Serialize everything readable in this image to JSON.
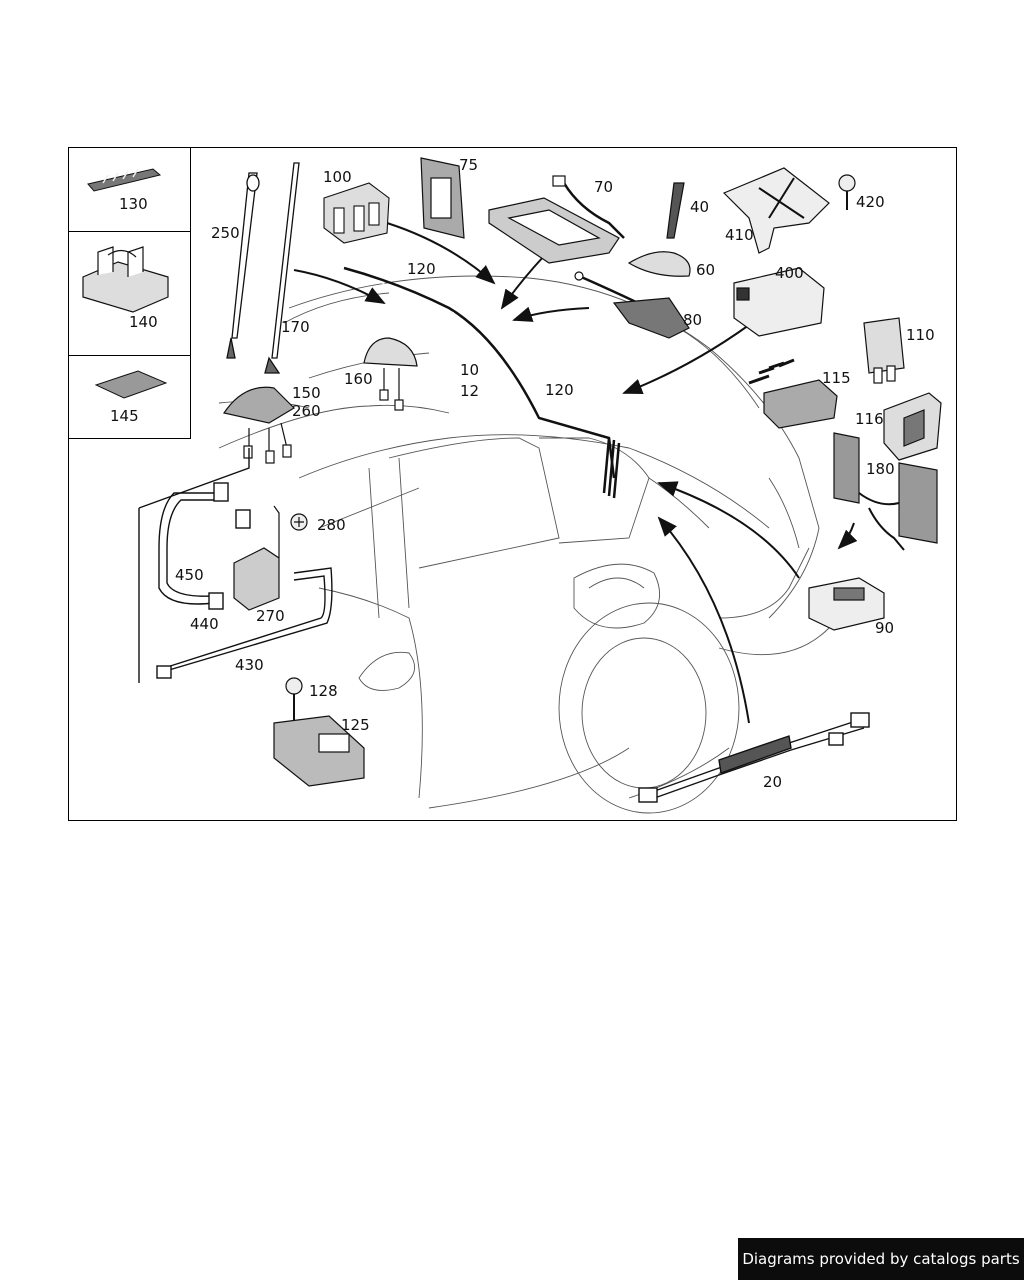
{
  "labels": {
    "p130": "130",
    "p140": "140",
    "p145": "145",
    "p250": "250",
    "p170": "170",
    "p100": "100",
    "p75": "75",
    "p70": "70",
    "p40": "40",
    "p60": "60",
    "p410": "410",
    "p420": "420",
    "p400": "400",
    "p120a": "120",
    "p120b": "120",
    "p80": "80",
    "p160": "160",
    "p10": "10",
    "p12": "12",
    "p150": "150",
    "p260": "260",
    "p110": "110",
    "p115": "115",
    "p116": "116",
    "p180": "180",
    "p280": "280",
    "p450": "450",
    "p270": "270",
    "p440": "440",
    "p430": "430",
    "p90": "90",
    "p128": "128",
    "p125": "125",
    "p20": "20"
  },
  "footer": {
    "credit": "Diagrams provided by catalogs parts"
  }
}
